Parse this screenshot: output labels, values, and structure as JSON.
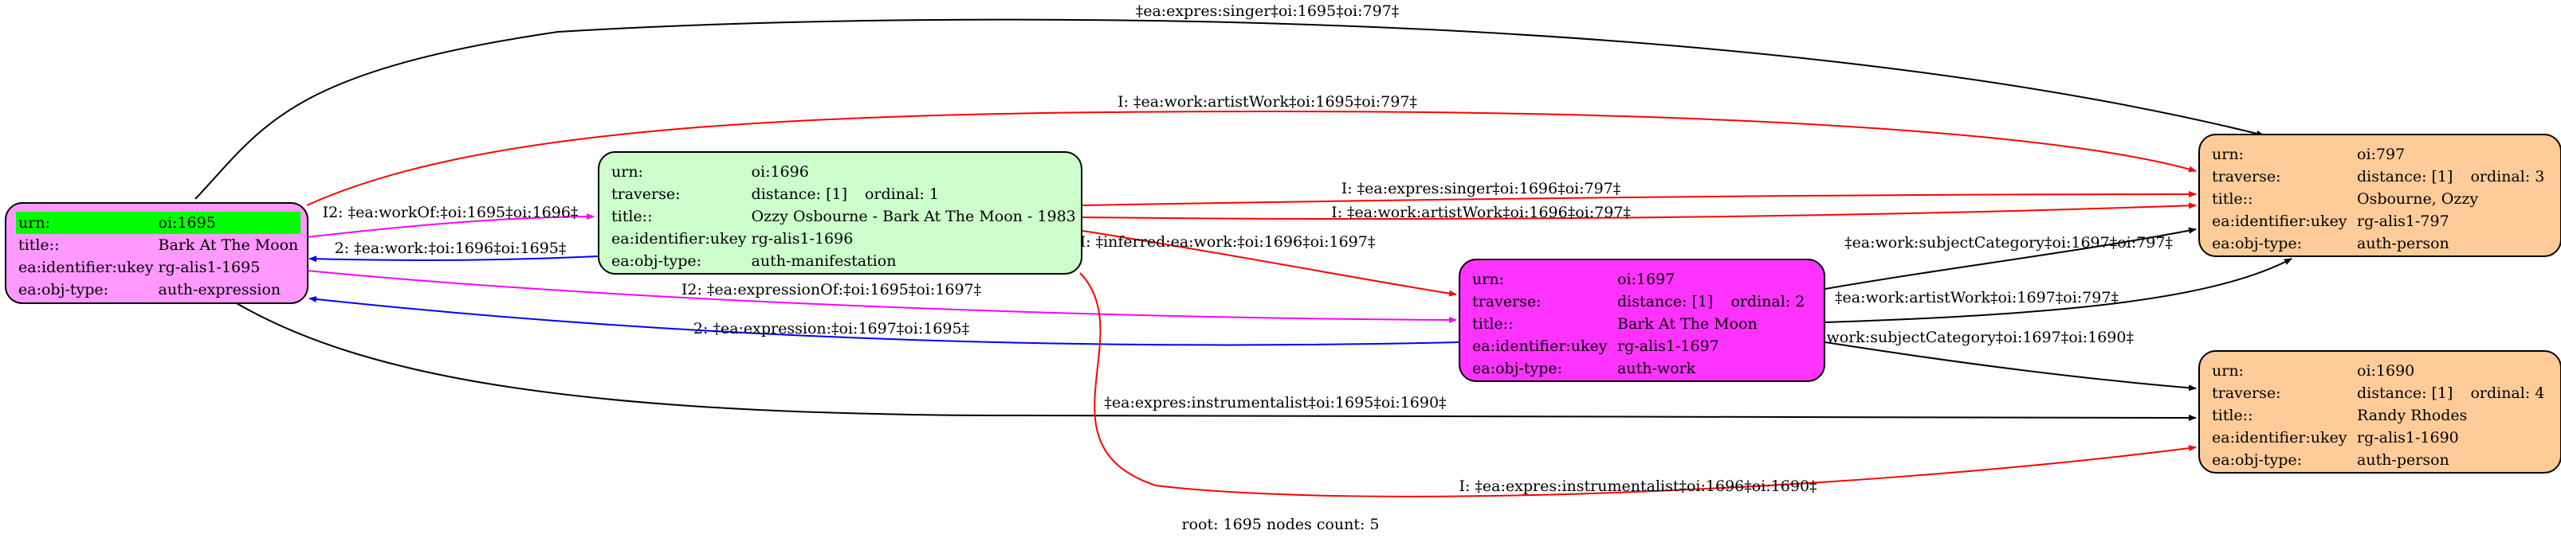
{
  "nodes": {
    "n1695": {
      "color": "#ff99ff",
      "rows": [
        {
          "key": "urn:",
          "val": "oi:1695"
        },
        {
          "key": "title::",
          "val": "Bark At The Moon"
        },
        {
          "key": "ea:identifier:ukey",
          "val": "rg-alis1-1695"
        },
        {
          "key": "ea:obj-type:",
          "val": "auth-expression"
        }
      ]
    },
    "n1696": {
      "color": "#ccffcc",
      "rows": [
        {
          "key": "urn:",
          "val": "oi:1696"
        },
        {
          "key": "traverse:",
          "val": "distance: [1]",
          "extra": "ordinal: 1"
        },
        {
          "key": "title::",
          "val": "Ozzy Osbourne - Bark At The Moon - 1983"
        },
        {
          "key": "ea:identifier:ukey",
          "val": "rg-alis1-1696"
        },
        {
          "key": "ea:obj-type:",
          "val": "auth-manifestation"
        }
      ]
    },
    "n1697": {
      "color": "#ff33ff",
      "rows": [
        {
          "key": "urn:",
          "val": "oi:1697"
        },
        {
          "key": "traverse:",
          "val": "distance: [1]",
          "extra": "ordinal: 2"
        },
        {
          "key": "title::",
          "val": "Bark At The Moon"
        },
        {
          "key": "ea:identifier:ukey",
          "val": "rg-alis1-1697"
        },
        {
          "key": "ea:obj-type:",
          "val": "auth-work"
        }
      ]
    },
    "n797": {
      "color": "#ffcc99",
      "rows": [
        {
          "key": "urn:",
          "val": "oi:797"
        },
        {
          "key": "traverse:",
          "val": "distance: [1]",
          "extra": "ordinal: 3"
        },
        {
          "key": "title::",
          "val": "Osbourne, Ozzy"
        },
        {
          "key": "ea:identifier:ukey",
          "val": "rg-alis1-797"
        },
        {
          "key": "ea:obj-type:",
          "val": "auth-person"
        }
      ]
    },
    "n1690": {
      "color": "#ffcc99",
      "rows": [
        {
          "key": "urn:",
          "val": "oi:1690"
        },
        {
          "key": "traverse:",
          "val": "distance: [1]",
          "extra": "ordinal: 4"
        },
        {
          "key": "title::",
          "val": "Randy Rhodes"
        },
        {
          "key": "ea:identifier:ukey",
          "val": "rg-alis1-1690"
        },
        {
          "key": "ea:obj-type:",
          "val": "auth-person"
        }
      ]
    }
  },
  "edges": [
    {
      "label": "‡ea:expres:singer‡oi:1695‡oi:797‡",
      "color": "#000000"
    },
    {
      "label": "I: ‡ea:work:artistWork‡oi:1695‡oi:797‡",
      "color": "#ff0000"
    },
    {
      "label": "I2: ‡ea:workOf:‡oi:1695‡oi:1696‡",
      "color": "#ff00ff"
    },
    {
      "label": "2: ‡ea:work:‡oi:1696‡oi:1695‡",
      "color": "#0000ff"
    },
    {
      "label": "I: ‡ea:expres:singer‡oi:1696‡oi:797‡",
      "color": "#ff0000"
    },
    {
      "label": "I: ‡ea:work:artistWork‡oi:1696‡oi:797‡",
      "color": "#ff0000"
    },
    {
      "label": "I: ‡inferred:ea:work:‡oi:1696‡oi:1697‡",
      "color": "#ff0000"
    },
    {
      "label": "I2: ‡ea:expressionOf:‡oi:1695‡oi:1697‡",
      "color": "#ff00ff"
    },
    {
      "label": "2: ‡ea:expression:‡oi:1697‡oi:1695‡",
      "color": "#0000ff"
    },
    {
      "label": "‡ea:work:subjectCategory‡oi:1697‡oi:797‡",
      "color": "#000000"
    },
    {
      "label": "‡ea:work:artistWork‡oi:1697‡oi:797‡",
      "color": "#000000"
    },
    {
      "label": "‡ea:work:subjectCategory‡oi:1697‡oi:1690‡",
      "color": "#000000"
    },
    {
      "label": "‡ea:expres:instrumentalist‡oi:1695‡oi:1690‡",
      "color": "#000000"
    },
    {
      "label": "I: ‡ea:expres:instrumentalist‡oi:1696‡oi:1690‡",
      "color": "#ff0000"
    }
  ],
  "footer": "root: 1695 nodes count: 5"
}
